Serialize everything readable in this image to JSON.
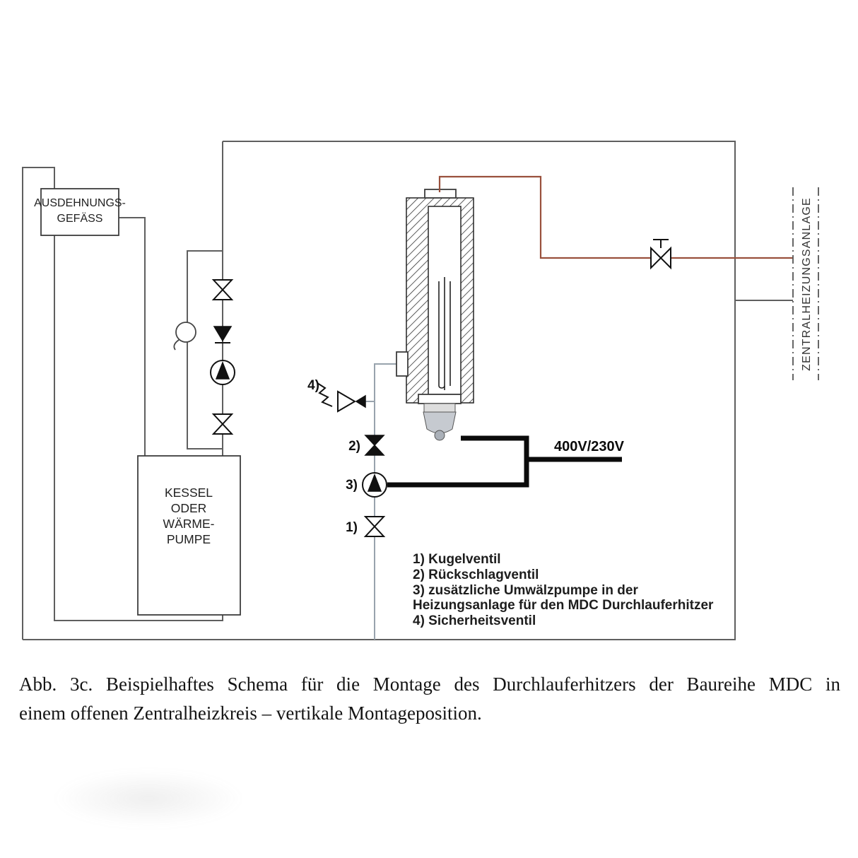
{
  "colors": {
    "pipe_gray": "#5f5f5f",
    "pipe_return": "#98a3ad",
    "pipe_hot": "#99503c",
    "symbol_black": "#111111"
  },
  "diagram": {
    "expansion_vessel": {
      "line1": "AUSDEHNUNGS-",
      "line2": "GEFÄSS"
    },
    "boiler": {
      "line1": "KESSEL",
      "line2": "ODER",
      "line3": "WÄRME-",
      "line4": "PUMPE"
    },
    "central_heating_label": "ZENTRALHEIZUNGSANLAGE",
    "voltage_label": "400V/230V",
    "callouts": {
      "c1": "1)",
      "c2": "2)",
      "c3": "3)",
      "c4": "4)"
    },
    "legend": {
      "line1": "1) Kugelventil",
      "line2": "2) Rückschlagventil",
      "line3": "3) zusätzliche Umwälzpumpe in der",
      "line4": "Heizungsanlage für den MDC Durchlauferhitzer",
      "line5": "4) Sicherheitsventil"
    }
  },
  "caption": {
    "line1": "Abb. 3c. Beispielhaftes Schema für die Montage des Durchlauferhitzers der Baureihe MDC in",
    "line2": "einem offenen Zentralheizkreis – vertikale Montageposition."
  }
}
